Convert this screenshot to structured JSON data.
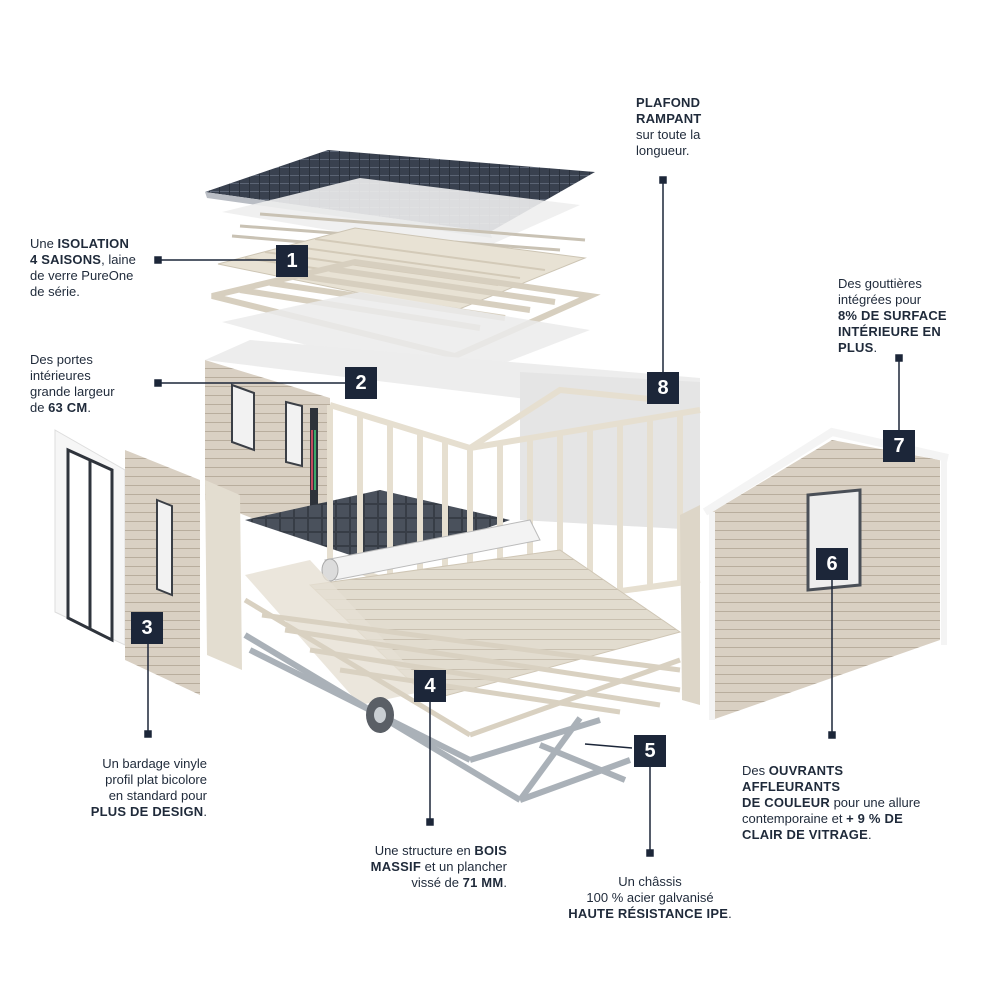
{
  "colors": {
    "badge": "#1c2639",
    "ink": "#1f2a3a",
    "siding": "#d8cfc2",
    "roof": "#3a4352",
    "steel": "#b9c0c6"
  },
  "callouts": [
    {
      "id": "1",
      "parts": [
        {
          "t": "Une "
        },
        {
          "t": "ISOLATION",
          "b": true
        },
        {
          "t": "\n"
        },
        {
          "t": "4 SAISONS",
          "b": true
        },
        {
          "t": ", laine\nde verre PureOne\nde série."
        }
      ]
    },
    {
      "id": "2",
      "parts": [
        {
          "t": "Des portes\nintérieures\ngrande largeur\nde "
        },
        {
          "t": "63 CM",
          "b": true
        },
        {
          "t": "."
        }
      ]
    },
    {
      "id": "3",
      "parts": [
        {
          "t": "Un bardage vinyle\nprofil plat bicolore\nen standard pour\n"
        },
        {
          "t": "PLUS DE DESIGN",
          "b": true
        },
        {
          "t": "."
        }
      ]
    },
    {
      "id": "4",
      "parts": [
        {
          "t": "Une structure en "
        },
        {
          "t": "BOIS\nMASSIF",
          "b": true
        },
        {
          "t": " et un plancher\nvissé de "
        },
        {
          "t": "71 MM",
          "b": true
        },
        {
          "t": "."
        }
      ]
    },
    {
      "id": "5",
      "parts": [
        {
          "t": "Un châssis\n100 % acier galvanisé\n"
        },
        {
          "t": "HAUTE RÉSISTANCE IPE",
          "b": true
        },
        {
          "t": "."
        }
      ]
    },
    {
      "id": "6",
      "parts": [
        {
          "t": "Des "
        },
        {
          "t": "OUVRANTS AFFLEURANTS\nDE COULEUR",
          "b": true
        },
        {
          "t": " pour une allure\ncontemporaine et "
        },
        {
          "t": "+ 9 % DE\nCLAIR DE VITRAGE",
          "b": true
        },
        {
          "t": "."
        }
      ]
    },
    {
      "id": "7",
      "parts": [
        {
          "t": "Des gouttières\nintégrées pour\n"
        },
        {
          "t": "8% DE SURFACE\nINTÉRIEURE EN PLUS",
          "b": true
        },
        {
          "t": "."
        }
      ]
    },
    {
      "id": "8",
      "parts": [
        {
          "t": "PLAFOND\nRAMPANT",
          "b": true
        },
        {
          "t": "\nsur toute la\nlongueur."
        }
      ]
    }
  ]
}
